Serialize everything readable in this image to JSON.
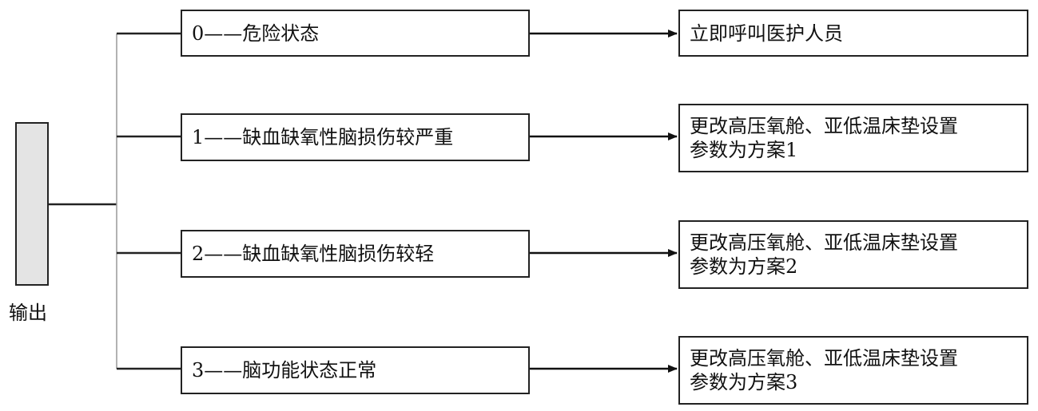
{
  "output": {
    "label": "输出"
  },
  "states": [
    {
      "text": "0——危险状态"
    },
    {
      "text": "1——缺血缺氧性脑损伤较严重"
    },
    {
      "text": "2——缺血缺氧性脑损伤较轻"
    },
    {
      "text": "3——脑功能状态正常"
    }
  ],
  "actions": [
    {
      "line1": "立即呼叫医护人员",
      "line2": ""
    },
    {
      "line1": "更改高压氧舱、亚低温床垫设置",
      "line2": "参数为方案1"
    },
    {
      "line1": "更改高压氧舱、亚低温床垫设置",
      "line2": "参数为方案2"
    },
    {
      "line1": "更改高压氧舱、亚低温床垫设置",
      "line2": "参数为方案3"
    }
  ],
  "colors": {
    "bar_fill": "#e4e4e4",
    "line": "#222222",
    "trunk": "#999999"
  }
}
